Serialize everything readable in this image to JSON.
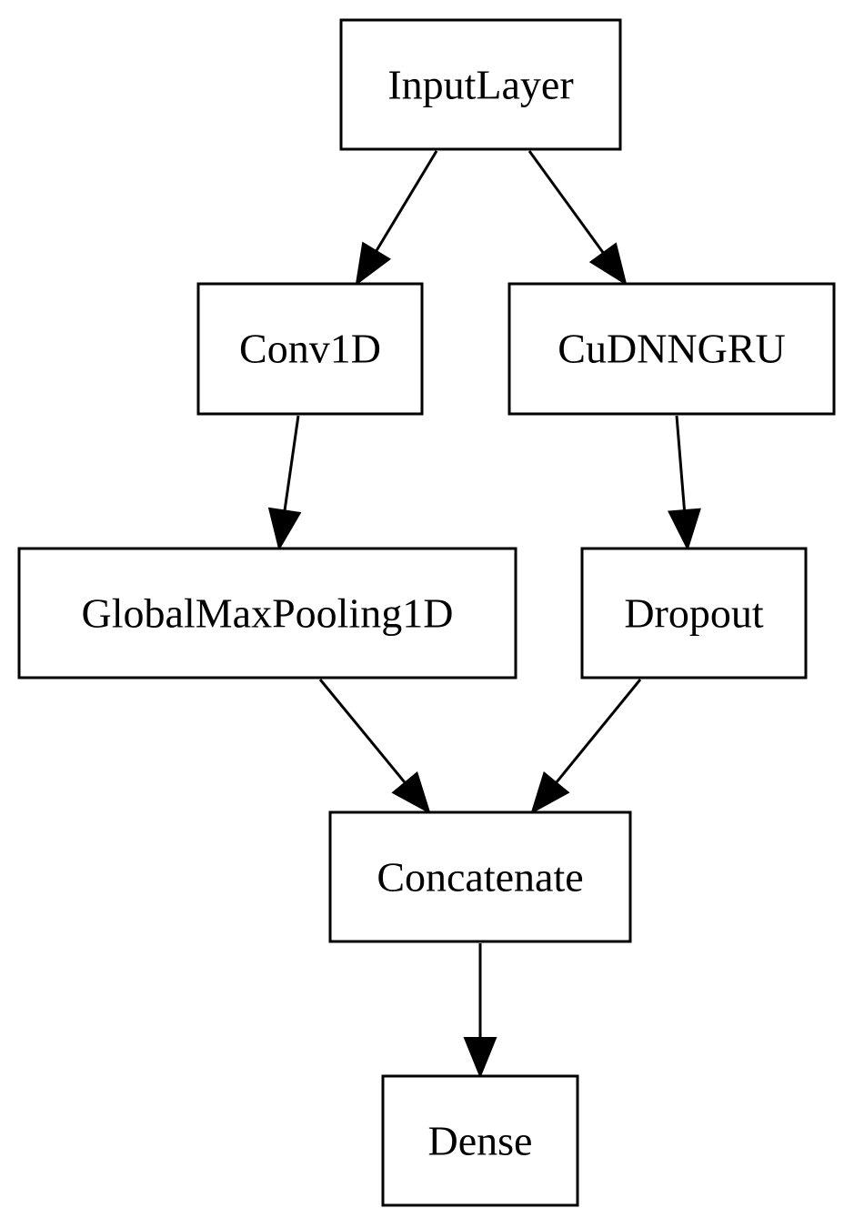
{
  "diagram": {
    "nodes": [
      {
        "id": "input",
        "label": "InputLayer"
      },
      {
        "id": "conv",
        "label": "Conv1D"
      },
      {
        "id": "gru",
        "label": "CuDNNGRU"
      },
      {
        "id": "pool",
        "label": "GlobalMaxPooling1D"
      },
      {
        "id": "dropout",
        "label": "Dropout"
      },
      {
        "id": "concat",
        "label": "Concatenate"
      },
      {
        "id": "dense",
        "label": "Dense"
      }
    ],
    "edges": [
      {
        "from": "input",
        "to": "conv"
      },
      {
        "from": "input",
        "to": "gru"
      },
      {
        "from": "conv",
        "to": "pool"
      },
      {
        "from": "gru",
        "to": "dropout"
      },
      {
        "from": "pool",
        "to": "concat"
      },
      {
        "from": "dropout",
        "to": "concat"
      },
      {
        "from": "concat",
        "to": "dense"
      }
    ],
    "colors": {
      "stroke": "#000000",
      "fill": "#ffffff",
      "text": "#000000"
    }
  }
}
